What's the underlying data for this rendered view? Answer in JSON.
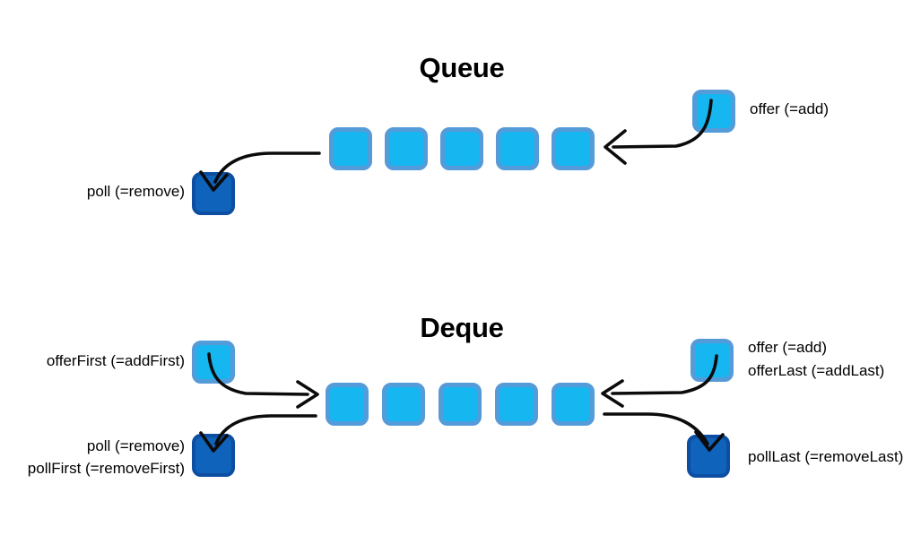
{
  "diagram": {
    "queue": {
      "title": "Queue",
      "cell_count": 5,
      "offer_label": "offer (=add)",
      "poll_label": "poll (=remove)"
    },
    "deque": {
      "title": "Deque",
      "cell_count": 5,
      "offer_first_label": "offerFirst (=addFirst)",
      "poll_labels": {
        "line1": "poll (=remove)",
        "line2": "pollFirst (=removeFirst)"
      },
      "offer_labels": {
        "line1": "offer (=add)",
        "line2": "offerLast (=addLast)"
      },
      "poll_last_label": "pollLast (=removeLast)"
    }
  },
  "colors": {
    "background": "#ffffff",
    "light_cell_fill": "#16B6F1",
    "light_cell_border": "#549BD9",
    "dark_cell_fill": "#1063BA",
    "dark_cell_border": "#0D4EA3",
    "arrow": "#0b0b0b",
    "text": "#000000"
  }
}
